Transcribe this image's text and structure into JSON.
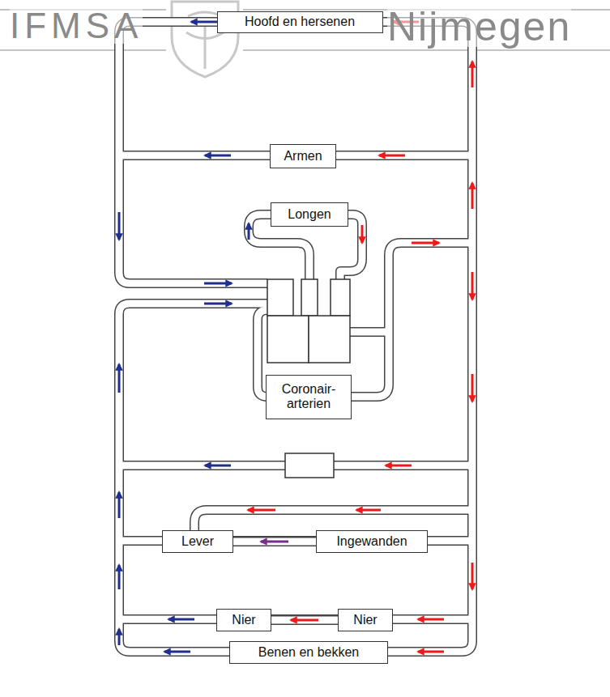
{
  "diagram": {
    "nodes": [
      {
        "text": [
          "Hoofd en hersenen"
        ]
      },
      {
        "text": [
          "Armen"
        ]
      },
      {
        "text": [
          "Longen"
        ]
      },
      {
        "text": [
          "Coronair- arterien"
        ]
      },
      {
        "text": [
          "Lever"
        ]
      },
      {
        "text": [
          "Ingewanden"
        ]
      },
      {
        "text": [
          "Nier"
        ]
      },
      {
        "text": [
          "Nier"
        ]
      },
      {
        "text": [
          "Benen en bekken"
        ]
      }
    ],
    "edges": [
      {
        "from": 5,
        "to": 4,
        "arrow": "to"
      },
      {
        "from": 7,
        "to": 6,
        "arrow": "to"
      }
    ],
    "labels": [
      "IFMSA",
      "Nijmegen"
    ]
  }
}
